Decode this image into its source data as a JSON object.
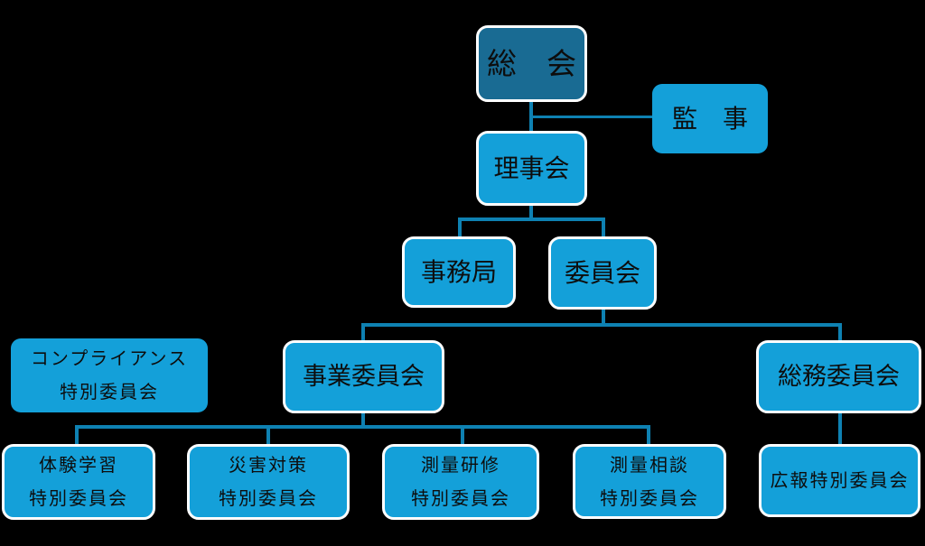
{
  "chart_type": "org-chart",
  "colors": {
    "background": "#000000",
    "box_fill": "#14a0d9",
    "box_fill_dark": "#196b93",
    "connector": "#0e81b2",
    "box_border": "#ffffff",
    "text": "#0d0d0d"
  },
  "nodes": {
    "soukai": {
      "label": "総　会"
    },
    "kanji": {
      "label": "監　事"
    },
    "rijikai": {
      "label": "理事会"
    },
    "jimukyoku": {
      "label": "事務局"
    },
    "iinkai": {
      "label": "委員会"
    },
    "compliance": {
      "line1": "コンプライアンス",
      "line2": "特別委員会"
    },
    "jigyou": {
      "label": "事業委員会"
    },
    "soumu": {
      "label": "総務委員会"
    },
    "taiken": {
      "line1": "体験学習",
      "line2": "特別委員会"
    },
    "saigai": {
      "line1": "災害対策",
      "line2": "特別委員会"
    },
    "kenshuu": {
      "line1": "測量研修",
      "line2": "特別委員会"
    },
    "soudan": {
      "line1": "測量相談",
      "line2": "特別委員会"
    },
    "kouhou": {
      "label": "広報特別委員会"
    }
  },
  "edges": [
    [
      "総会",
      "理事会"
    ],
    [
      "総会",
      "監事"
    ],
    [
      "理事会",
      "事務局"
    ],
    [
      "理事会",
      "委員会"
    ],
    [
      "委員会",
      "事業委員会"
    ],
    [
      "委員会",
      "総務委員会"
    ],
    [
      "事業委員会",
      "体験学習特別委員会"
    ],
    [
      "事業委員会",
      "災害対策特別委員会"
    ],
    [
      "事業委員会",
      "測量研修特別委員会"
    ],
    [
      "事業委員会",
      "測量相談特別委員会"
    ],
    [
      "総務委員会",
      "広報特別委員会"
    ]
  ]
}
